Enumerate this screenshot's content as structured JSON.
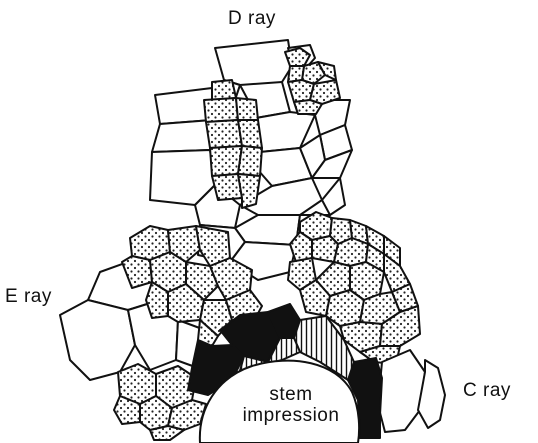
{
  "labels": {
    "d_ray": "D ray",
    "e_ray": "E ray",
    "c_ray": "C ray",
    "stem_line1": "stem",
    "stem_line2": "impression"
  },
  "legend_colors": {
    "outline": "#111111",
    "plain_plate": "#ffffff",
    "stippled_plate": "#ffffff",
    "stipple_dots": "#222222",
    "solid_plate": "#111111",
    "striped_plate": "#ffffff"
  }
}
